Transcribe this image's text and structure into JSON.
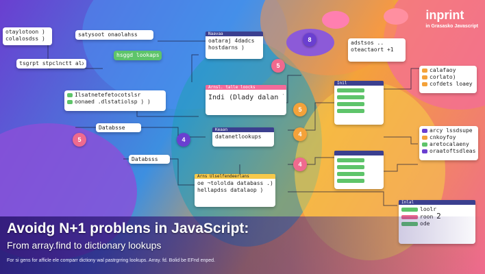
{
  "brand": {
    "name": "inprint",
    "subtitle": "in Grasasko Javascript"
  },
  "title": {
    "main": "Avoidg N+1 problens in JavaScript:",
    "subtitle": "From array.find to dictionary lookups",
    "caption": "For si gens for afficle ele comparr dictiony wal pastrgrring lookups. Array. fd. Bolid be EFnd enped."
  },
  "cards": {
    "top_left_a": [
      "otaylotoon )",
      "colalosdss )"
    ],
    "top_left_b": "satysoot onaolahss",
    "green_badge": "hsggd lookaps",
    "mid_left": "tsgrpt stpclnctt alxy",
    "upper_center_header": "Naavaa",
    "upper_center": [
      "oataraj 4dadcs",
      "hostdarns )"
    ],
    "left_code": [
      "Ilsatnetefetocotslsr",
      "oonaed .dlstatiolsp )  )"
    ],
    "database": "Databsse",
    "center_header": "Arnsl.",
    "center_header_tag": "talle loocks",
    "center_main": "Indi (Dlady dalan lsca)",
    "center_lookup_header": "Keaan",
    "center_lookup": "datanetlookups",
    "databsss": "Databsss",
    "bottom_center_header": "Arns",
    "bottom_center_tag": "Ulselfendeerlans",
    "bottom_center": [
      "oe ¬tololda databass .)",
      "hellapdss datalaop )"
    ],
    "right_top": [
      "adstsos ..",
      "oteactaort +1"
    ],
    "right_list_header": "Inil",
    "right_side_top": [
      "calafaoy",
      "corlato)",
      "cofdets loaey )"
    ],
    "right_side_list": [
      "arcy lssdsupe",
      "cnkoyfoy",
      "aretocalaeny",
      "oraatoftsdleas"
    ],
    "right_bottom_header": "Inlal",
    "right_bottom": [
      "loolr",
      "roon",
      "ode"
    ],
    "right_bottom_num": "2"
  },
  "nodes": [
    "5",
    "4",
    "4",
    "5",
    "4",
    "8",
    "5"
  ],
  "colors": {
    "accent_purple": "#6a3fd0",
    "accent_orange": "#f4a23a",
    "accent_pink": "#ef6a8e",
    "card_header": "#3b3f8f"
  }
}
